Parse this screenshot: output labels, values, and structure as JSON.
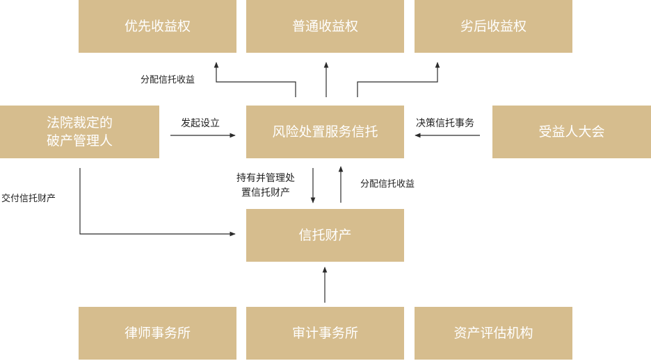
{
  "colors": {
    "box": "#d6bd8e",
    "box_text": "#ffffff",
    "line": "#2b2b2b",
    "label": "#1f1f1f"
  },
  "nodes": {
    "preferred": "优先收益权",
    "ordinary": "普通收益权",
    "subordinate": "劣后收益权",
    "manager_line1": "法院裁定的",
    "manager_line2": "破产管理人",
    "trust": "风险处置服务信托",
    "beneficiaries": "受益人大会",
    "property": "信托财产",
    "law_firm": "律师事务所",
    "audit_firm": "审计事务所",
    "appraisal": "资产评估机构"
  },
  "edges": {
    "distribute_top": "分配信托收益",
    "initiate": "发起设立",
    "decide": "决策信托事务",
    "deliver": "交付信托财产",
    "hold_line1": "持有并管理处",
    "hold_line2": "置信托财产",
    "distribute_mid": "分配信托收益"
  }
}
